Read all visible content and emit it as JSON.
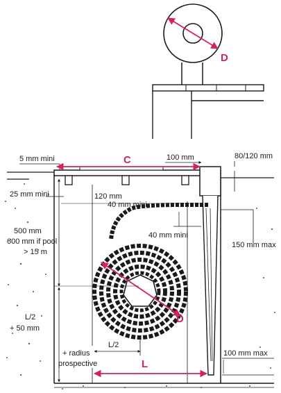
{
  "colors": {
    "ink": "#1a1a1a",
    "accent": "#d0245a",
    "wall_dots": "#555555",
    "cover_fill": "#ffffff",
    "roll_fill": "#ffffff"
  },
  "top_detail": {
    "diameter_label": "D"
  },
  "dimensions": {
    "five_mm_mini": "5 mm mini",
    "c_label": "C",
    "hundred_mm": "100 mm",
    "eighty_120_mm": "80/120 mm",
    "twentyfive_mm_mini": "25 mm mini",
    "one_twenty_mm": "120 mm",
    "forty_mm_mini_upper": "40 mm mini",
    "forty_mm_mini_lower": "40 mm mini",
    "one_fifty_mm_max": "150 mm max",
    "five_hundred_mm": "500 mm",
    "six_hundred_mm_if_pool": "600 mm if pool",
    "gt_15_m": "> 15 m",
    "l_half_left": "L/2",
    "plus_50_mm": "+ 50 mm",
    "d_label": "D",
    "l_half_bottom": "L/2",
    "plus_radius": "+ radius",
    "prospective": "prospective",
    "l_label": "L",
    "hundred_mm_max": "100 mm max"
  }
}
